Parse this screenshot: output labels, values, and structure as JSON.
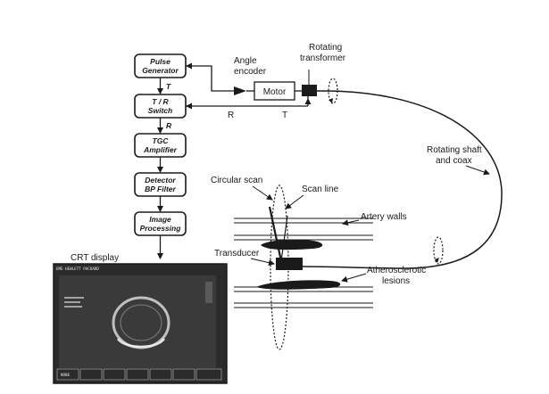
{
  "blocks": {
    "pulse_generator": [
      "Pulse",
      "Generator"
    ],
    "tr_switch": [
      "T / R",
      "Switch"
    ],
    "tgc_amplifier": [
      "TGC",
      "Amplifier"
    ],
    "detector": [
      "Detector",
      "BP Filter"
    ],
    "image_processing": [
      "Image",
      "Processing"
    ]
  },
  "signals": {
    "t": "T",
    "r": "R"
  },
  "labels": {
    "angle_encoder": [
      "Angle",
      "encoder"
    ],
    "motor": "Motor",
    "rotating_transformer": [
      "Rotating",
      "transformer"
    ],
    "rotating_shaft": [
      "Rotating shaft",
      "and coax"
    ],
    "circular_scan": "Circular scan",
    "scan_line": "Scan line",
    "artery_walls": "Artery walls",
    "transducer": "Transducer",
    "lesions": [
      "Atherosclerotic",
      "lesions"
    ],
    "crt_display": "CRT display",
    "wire_r": "R",
    "wire_t": "T"
  },
  "crt": {
    "header": "EME  HEWLETT PACKARD",
    "footer": [
      "NONE",
      "",
      "",
      "",
      "",
      "",
      ""
    ]
  },
  "colors": {
    "ink": "#1a1a1a",
    "screen": "#2b2b2b",
    "paper": "#ffffff"
  }
}
